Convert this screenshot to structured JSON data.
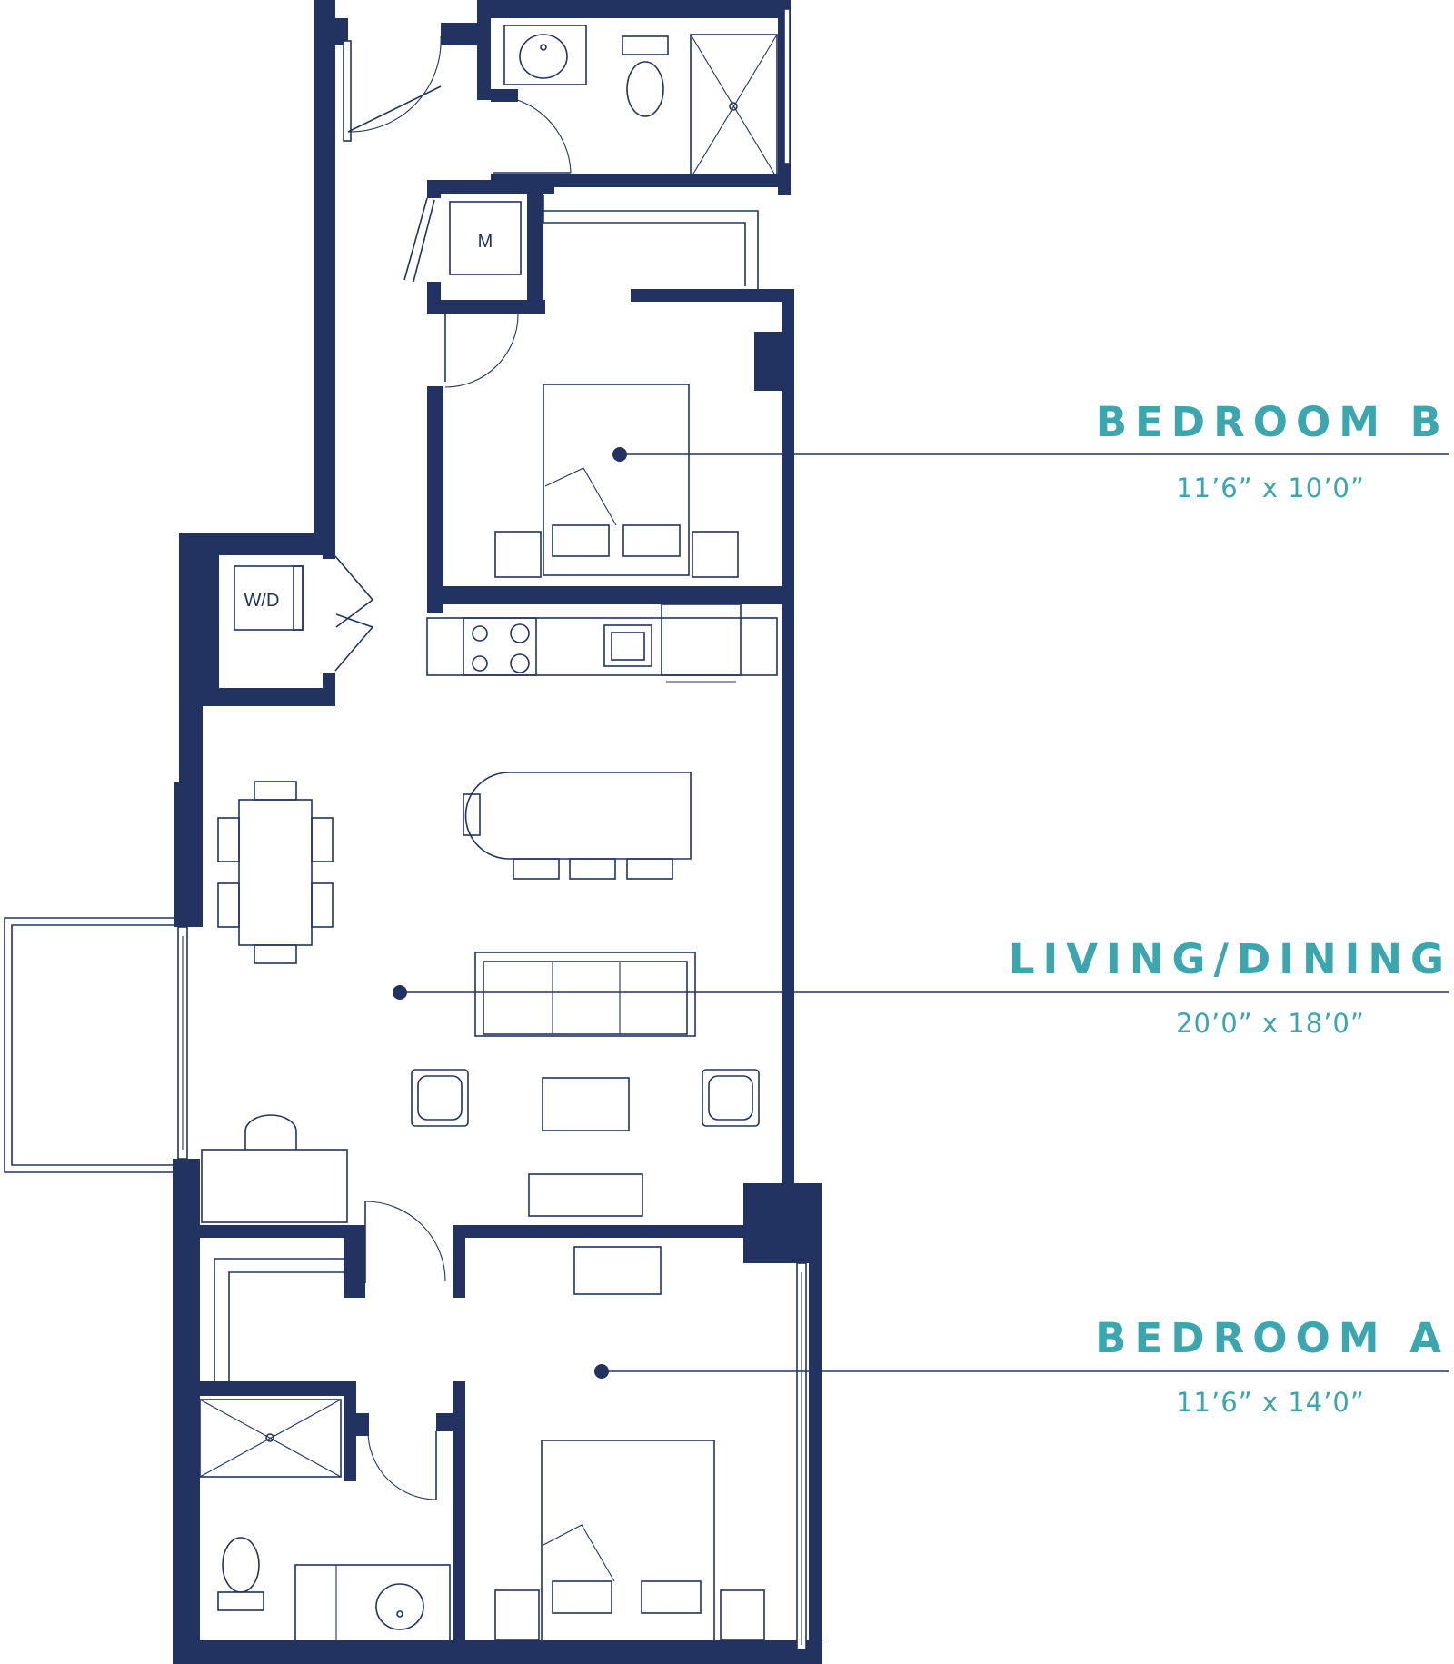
{
  "rooms": [
    {
      "name": "BEDROOM B",
      "dimensions": "11’6” x 10’0”"
    },
    {
      "name": "LIVING/DINING",
      "dimensions": "20’0” x 18’0”"
    },
    {
      "name": "BEDROOM A",
      "dimensions": "11’6” x 14’0”"
    }
  ],
  "appliances": {
    "mechanical": "M",
    "washer_dryer": "W/D"
  },
  "colors": {
    "walls": "#223361",
    "labels": "#3aa6b0"
  }
}
